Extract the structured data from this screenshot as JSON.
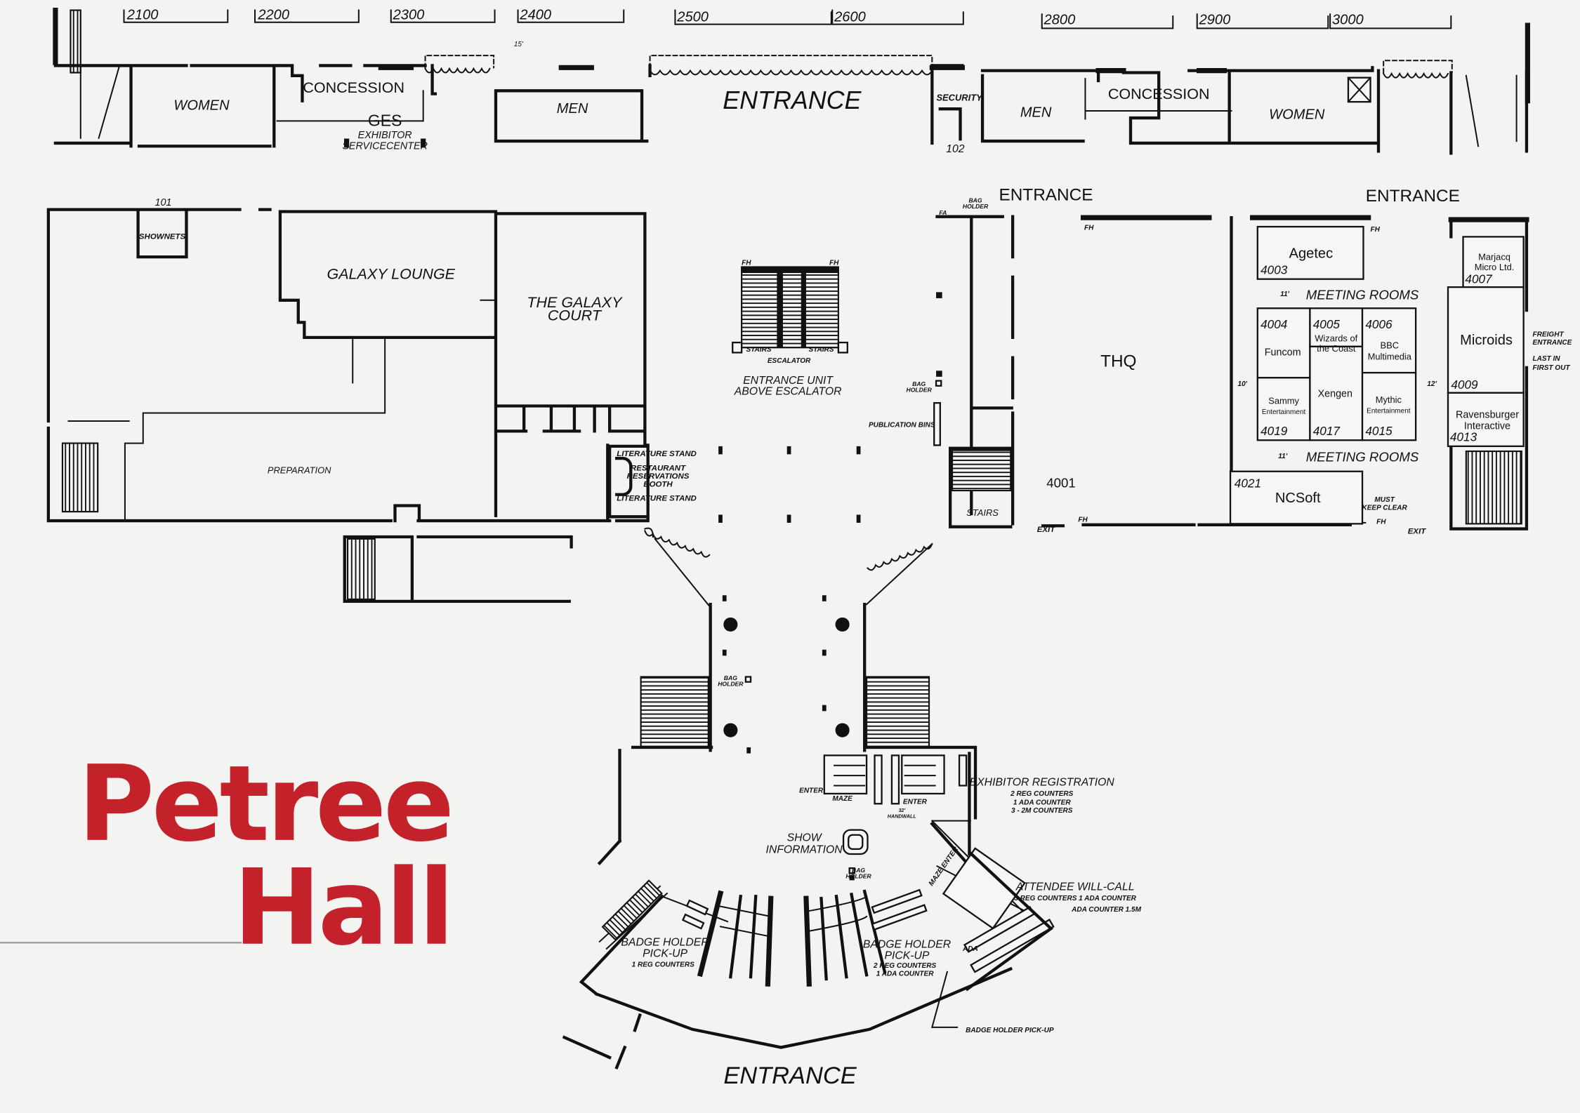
{
  "title": {
    "line1": "Petree",
    "line2": "Hall",
    "color": "#c4222a"
  },
  "dimension_markers": [
    "2100",
    "2200",
    "2300",
    "2400",
    "2500",
    "2600",
    "2800",
    "2900",
    "3000"
  ],
  "top_corridor": {
    "women_left": "WOMEN",
    "concession_left": "CONCESSION",
    "ges": "GES",
    "ges_sub1": "EXHIBITOR",
    "ges_sub2": "SERVICECENTER",
    "dim_15": "15'",
    "men_left": "MEN",
    "entrance_main": "ENTRANCE",
    "security": "SECURITY",
    "room_102": "102",
    "men_right": "MEN",
    "concession_right": "CONCESSION",
    "women_right": "WOMEN"
  },
  "entrances": {
    "mid": "ENTRANCE",
    "right": "ENTRANCE",
    "bottom": "ENTRANCE"
  },
  "left_block": {
    "room_101": "101",
    "shownets": "SHOWNETS",
    "galaxy_lounge": "GALAXY LOUNGE",
    "galaxy_court_1": "THE GALAXY",
    "galaxy_court_2": "COURT",
    "preparation": "PREPARATION"
  },
  "center": {
    "fh": "FH",
    "stairs": "STAIRS",
    "escalator": "ESCALATOR",
    "entrance_unit_1": "ENTRANCE UNIT",
    "entrance_unit_2": "ABOVE ESCALATOR",
    "literature_stand": "LITERATURE STAND",
    "restaurant_1": "RESTAURANT",
    "restaurant_2": "RESERVATIONS",
    "restaurant_3": "BOOTH",
    "bag": "BAG",
    "holder": "HOLDER",
    "publication_bins": "PUBLICATION BINS",
    "fa": "FA",
    "stairs_right": "STAIRS"
  },
  "exhibit_hall": {
    "thq": "THQ",
    "booth_4001": "4001",
    "exit": "EXIT",
    "fh": "FH",
    "meeting_rooms": "MEETING ROOMS",
    "dim_11": "11'",
    "dim_10": "10'",
    "dim_12": "12'",
    "must": "MUST",
    "keep_clear": "KEEP CLEAR",
    "freight_1": "FREIGHT",
    "freight_2": "ENTRANCE",
    "lifo_1": "LAST IN",
    "lifo_2": "FIRST OUT",
    "booths": [
      {
        "num": "4003",
        "name": "Agetec"
      },
      {
        "num": "4004",
        "name": "Funcom"
      },
      {
        "num": "4005",
        "name1": "Wizards of",
        "name2": "the Coast"
      },
      {
        "num": "4006",
        "name1": "BBC",
        "name2": "Multimedia"
      },
      {
        "num": "4019",
        "name1": "Sammy",
        "name2": "Entertainment"
      },
      {
        "num": "4017",
        "name": "Xengen"
      },
      {
        "num": "4015",
        "name1": "Mythic",
        "name2": "Entertainment"
      },
      {
        "num": "4021",
        "name": "NCSoft"
      },
      {
        "num": "4007",
        "name1": "Marjacq",
        "name2": "Micro Ltd."
      },
      {
        "num": "4009",
        "name": "Microids"
      },
      {
        "num": "4013",
        "name1": "Ravensburger",
        "name2": "Interactive"
      }
    ]
  },
  "lobby": {
    "enter": "ENTER",
    "maze": "MAZE",
    "handwall_1": "32'",
    "handwall_2": "HANDWALL",
    "exhibitor_reg": "EXHIBITOR REGISTRATION",
    "exhibitor_reg_1": "2 REG COUNTERS",
    "exhibitor_reg_2": "1 ADA COUNTER",
    "exhibitor_reg_3": "3 - 2M COUNTERS",
    "show_info_1": "SHOW",
    "show_info_2": "INFORMATION",
    "maze_enter": "MAZE ENTER",
    "will_call": "ATTENDEE WILL-CALL",
    "will_call_1": "3 REG COUNTERS 1 ADA COUNTER",
    "will_call_2": "ADA COUNTER 1.5M",
    "badge_1": "BADGE HOLDER",
    "badge_2": "PICK-UP",
    "badge_left_sub": "1 REG COUNTERS",
    "badge_right_sub1": "2 REG COUNTERS",
    "badge_right_sub2": "1 ADA COUNTER",
    "ada": "ADA",
    "badge_callout": "BADGE HOLDER PICK-UP"
  }
}
